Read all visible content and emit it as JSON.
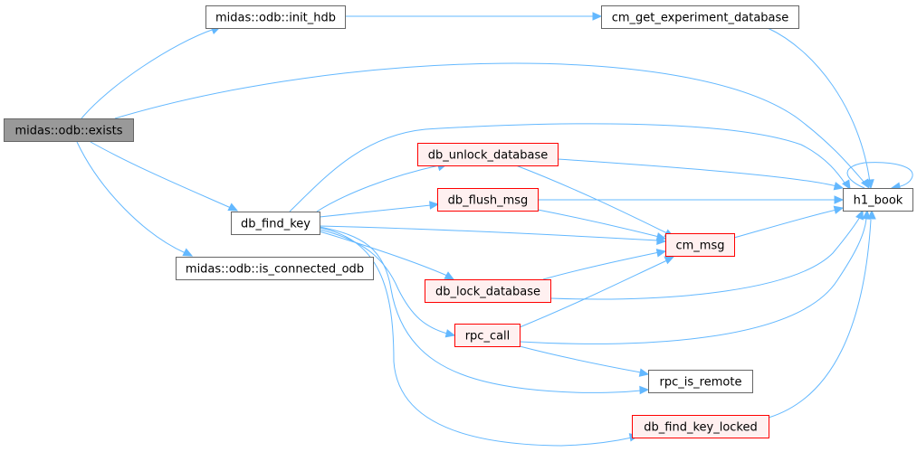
{
  "colors": {
    "edge": "#63b8ff",
    "root_fill": "#999999",
    "root_border": "#666666",
    "normal_fill": "#ffffff",
    "normal_border": "#666666",
    "incomplete_fill": "#fff0f0",
    "incomplete_border": "#ff0000",
    "text": "#000000"
  },
  "nodes": {
    "exists": {
      "label": "midas::odb::exists",
      "style": "root"
    },
    "init_hdb": {
      "label": "midas::odb::init_hdb",
      "style": "normal"
    },
    "cm_get_experiment_database": {
      "label": "cm_get_experiment_database",
      "style": "normal"
    },
    "h1_book": {
      "label": "h1_book",
      "style": "normal"
    },
    "db_find_key": {
      "label": "db_find_key",
      "style": "normal"
    },
    "is_connected_odb": {
      "label": "midas::odb::is_connected_odb",
      "style": "normal"
    },
    "db_unlock_database": {
      "label": "db_unlock_database",
      "style": "incomplete"
    },
    "db_flush_msg": {
      "label": "db_flush_msg",
      "style": "incomplete"
    },
    "cm_msg": {
      "label": "cm_msg",
      "style": "incomplete"
    },
    "db_lock_database": {
      "label": "db_lock_database",
      "style": "incomplete"
    },
    "rpc_call": {
      "label": "rpc_call",
      "style": "incomplete"
    },
    "rpc_is_remote": {
      "label": "rpc_is_remote",
      "style": "normal"
    },
    "db_find_key_locked": {
      "label": "db_find_key_locked",
      "style": "incomplete"
    }
  },
  "edges": [
    {
      "from": "exists",
      "to": "init_hdb"
    },
    {
      "from": "exists",
      "to": "h1_book"
    },
    {
      "from": "exists",
      "to": "db_find_key"
    },
    {
      "from": "exists",
      "to": "is_connected_odb"
    },
    {
      "from": "init_hdb",
      "to": "cm_get_experiment_database"
    },
    {
      "from": "cm_get_experiment_database",
      "to": "h1_book"
    },
    {
      "from": "db_find_key",
      "to": "h1_book"
    },
    {
      "from": "db_find_key",
      "to": "db_unlock_database"
    },
    {
      "from": "db_find_key",
      "to": "db_flush_msg"
    },
    {
      "from": "db_find_key",
      "to": "cm_msg"
    },
    {
      "from": "db_find_key",
      "to": "db_lock_database"
    },
    {
      "from": "db_find_key",
      "to": "rpc_call"
    },
    {
      "from": "db_find_key",
      "to": "rpc_is_remote"
    },
    {
      "from": "db_find_key",
      "to": "db_find_key_locked"
    },
    {
      "from": "db_unlock_database",
      "to": "h1_book"
    },
    {
      "from": "db_unlock_database",
      "to": "cm_msg"
    },
    {
      "from": "db_flush_msg",
      "to": "h1_book"
    },
    {
      "from": "db_flush_msg",
      "to": "cm_msg"
    },
    {
      "from": "cm_msg",
      "to": "h1_book"
    },
    {
      "from": "db_lock_database",
      "to": "cm_msg"
    },
    {
      "from": "db_lock_database",
      "to": "h1_book"
    },
    {
      "from": "rpc_call",
      "to": "cm_msg"
    },
    {
      "from": "rpc_call",
      "to": "h1_book"
    },
    {
      "from": "rpc_call",
      "to": "rpc_is_remote"
    },
    {
      "from": "db_find_key_locked",
      "to": "h1_book"
    },
    {
      "from": "h1_book",
      "to": "h1_book"
    }
  ]
}
